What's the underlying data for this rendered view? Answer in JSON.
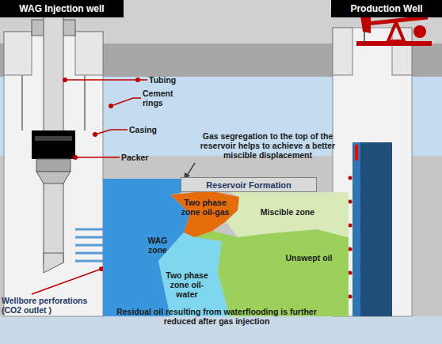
{
  "diagram": {
    "nodes": [
      {
        "text": [
          "WAG Injection well"
        ]
      },
      {
        "text": [
          "Production Well"
        ]
      },
      {
        "text": [
          "Reservoir Formation"
        ]
      },
      {
        "text": [
          "Two phase zone oil-gas"
        ]
      },
      {
        "text": [
          "Miscible zone"
        ]
      },
      {
        "text": [
          "WAG zone"
        ]
      },
      {
        "text": [
          "Unswept oil"
        ]
      },
      {
        "text": [
          "Two phase zone oil-water"
        ]
      }
    ],
    "labels": [
      "Tubing",
      "Cement rings",
      "Casing",
      "Packer",
      "Gas segregation to the top of the reservoir helps to achieve a better miscible displacement",
      "Wellbore perforations (CO2 outlet )",
      "Residual oil resulting from waterflooding is further reduced after gas injection"
    ]
  }
}
